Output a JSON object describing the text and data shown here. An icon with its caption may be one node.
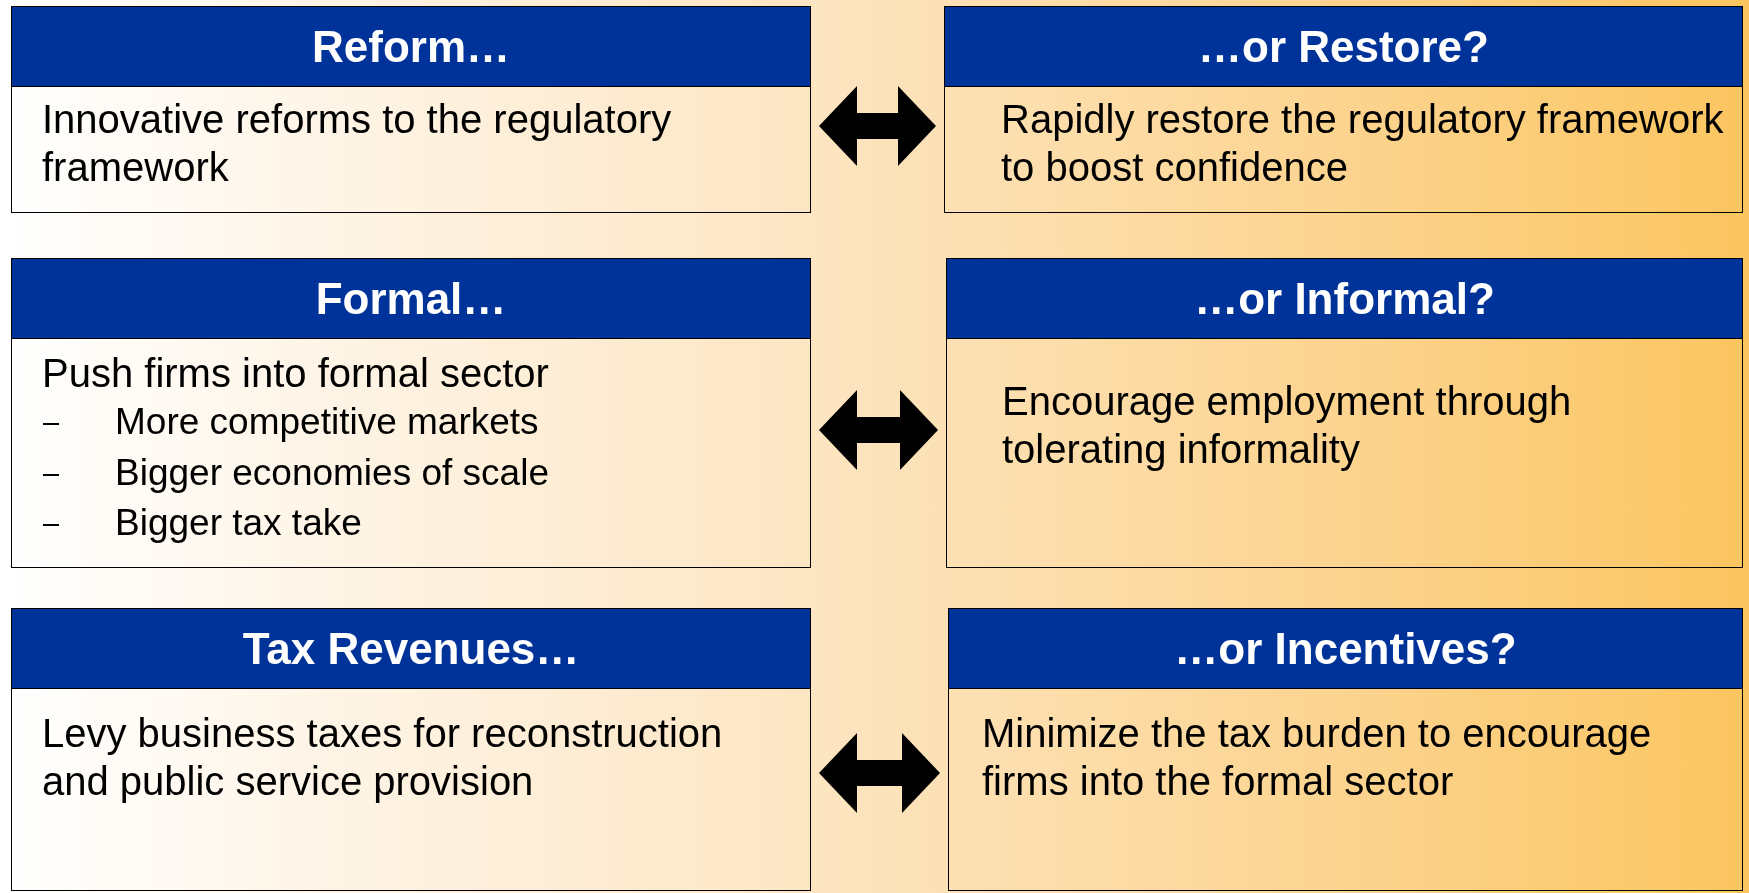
{
  "diagram": {
    "nodes": [
      {
        "text": [
          "Reform…",
          "Innovative reforms to the regulatory framework"
        ]
      },
      {
        "text": [
          "…or Restore?",
          "Rapidly restore the regulatory framework to boost confidence"
        ]
      },
      {
        "text": [
          "Formal…",
          "Push firms into formal sector",
          "More competitive markets",
          "Bigger economies of scale",
          "Bigger tax take"
        ]
      },
      {
        "text": [
          "…or Informal?",
          "Encourage employment through tolerating informality"
        ]
      },
      {
        "text": [
          "Tax Revenues…",
          "Levy business taxes for reconstruction and public service provision"
        ]
      },
      {
        "text": [
          "…or Incentives?",
          "Minimize the tax burden to encourage firms into the formal sector"
        ]
      }
    ],
    "edges": [
      {
        "from": 0,
        "to": 1,
        "arrow": "both"
      },
      {
        "from": 2,
        "to": 3,
        "arrow": "both"
      },
      {
        "from": 4,
        "to": 5,
        "arrow": "both"
      }
    ]
  }
}
